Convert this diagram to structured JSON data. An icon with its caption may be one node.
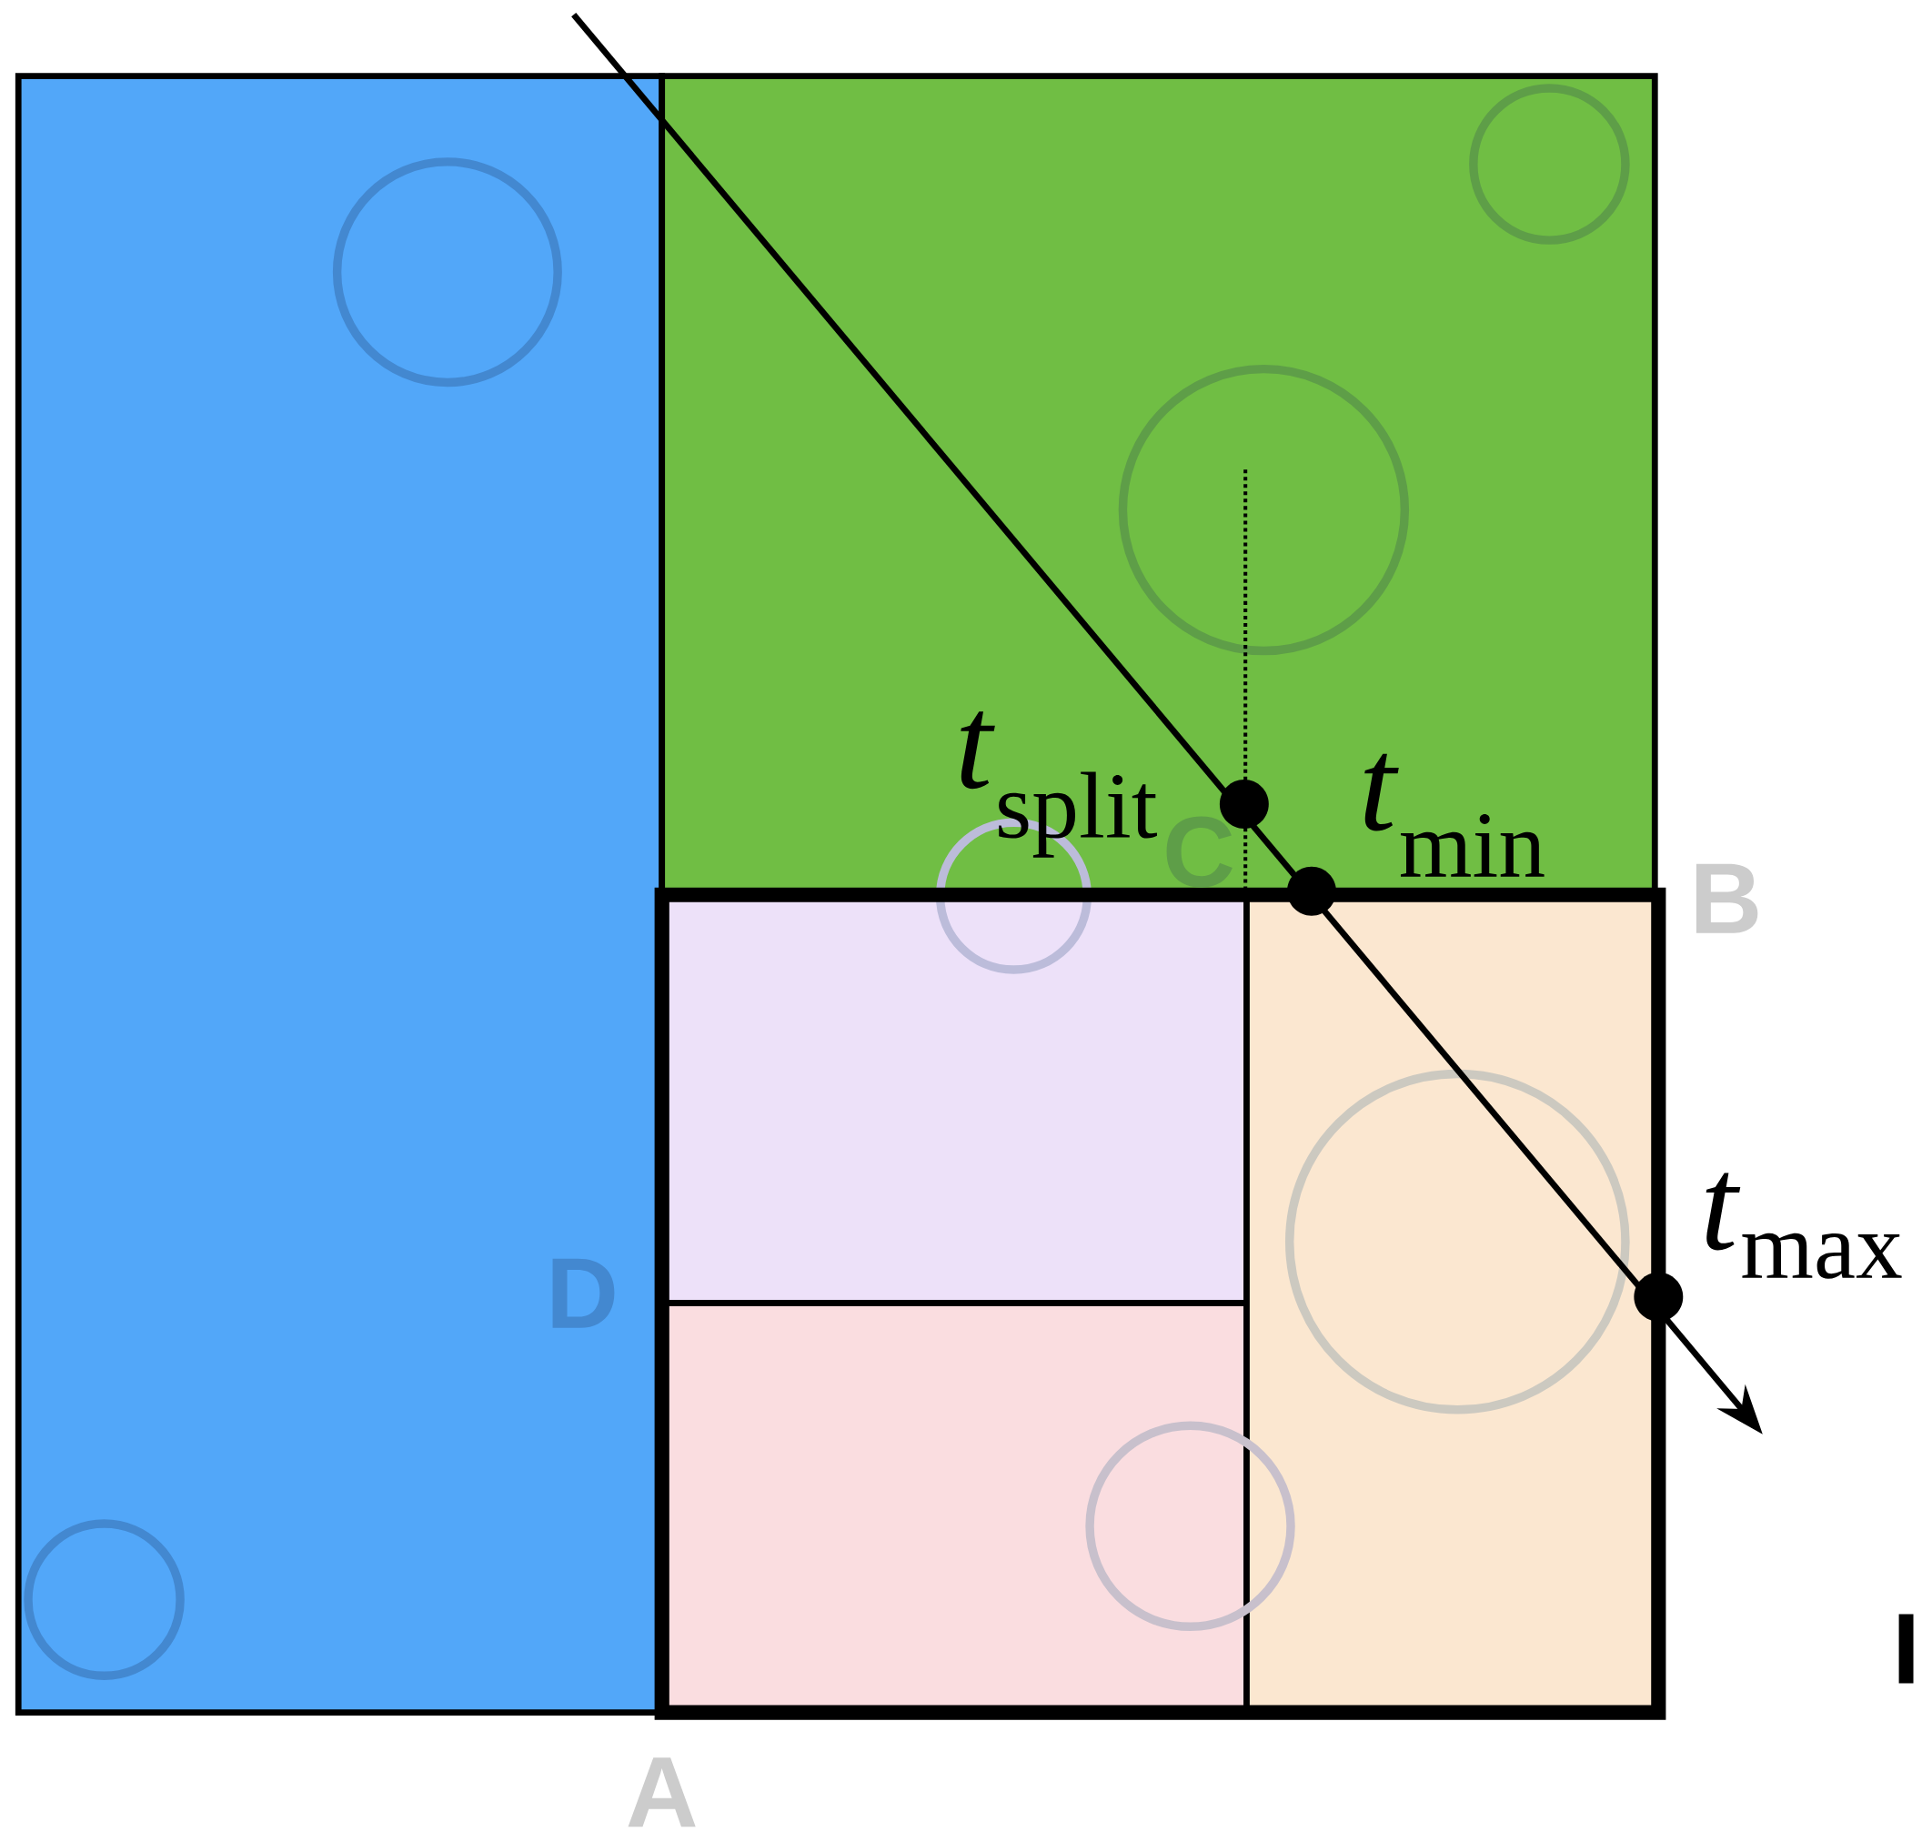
{
  "diagram": {
    "labels": [
      "*t*$_{split}$",
      "C",
      "*t*$_{min}$",
      "B",
      "D",
      "*t*$_{max}$",
      "I",
      "A"
    ]
  }
}
